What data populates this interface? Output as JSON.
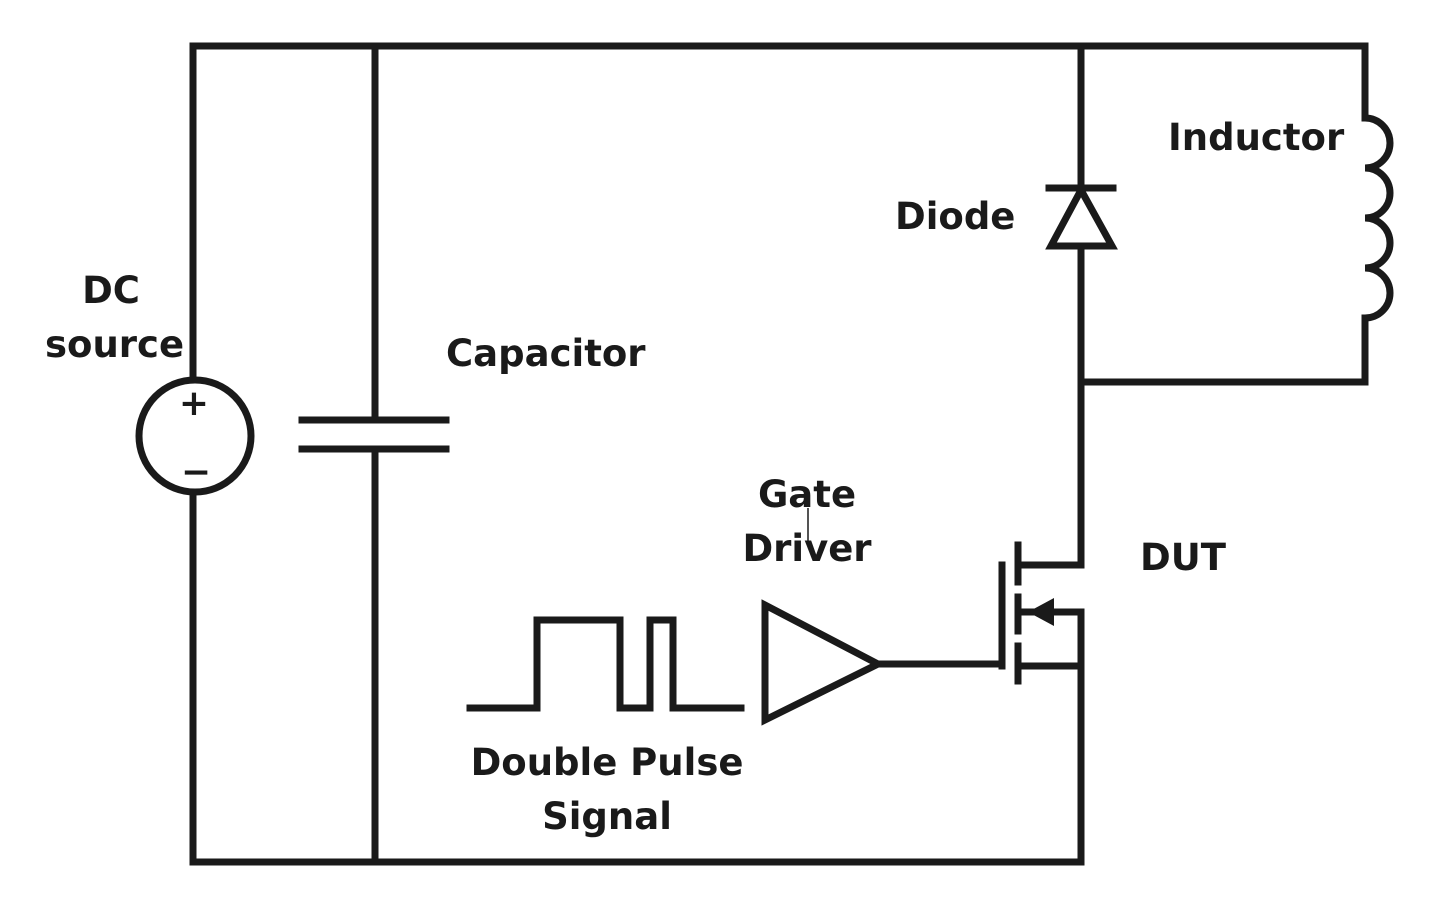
{
  "labels": {
    "dc_source_line1": "DC",
    "dc_source_line2": "source",
    "capacitor": "Capacitor",
    "diode": "Diode",
    "inductor": "Inductor",
    "gate_driver_line1": "Gate",
    "gate_driver_line2": "Driver",
    "dut": "DUT",
    "double_pulse_line1": "Double Pulse",
    "double_pulse_line2": "Signal"
  },
  "source_polarity": {
    "plus": "+",
    "minus": "−"
  }
}
